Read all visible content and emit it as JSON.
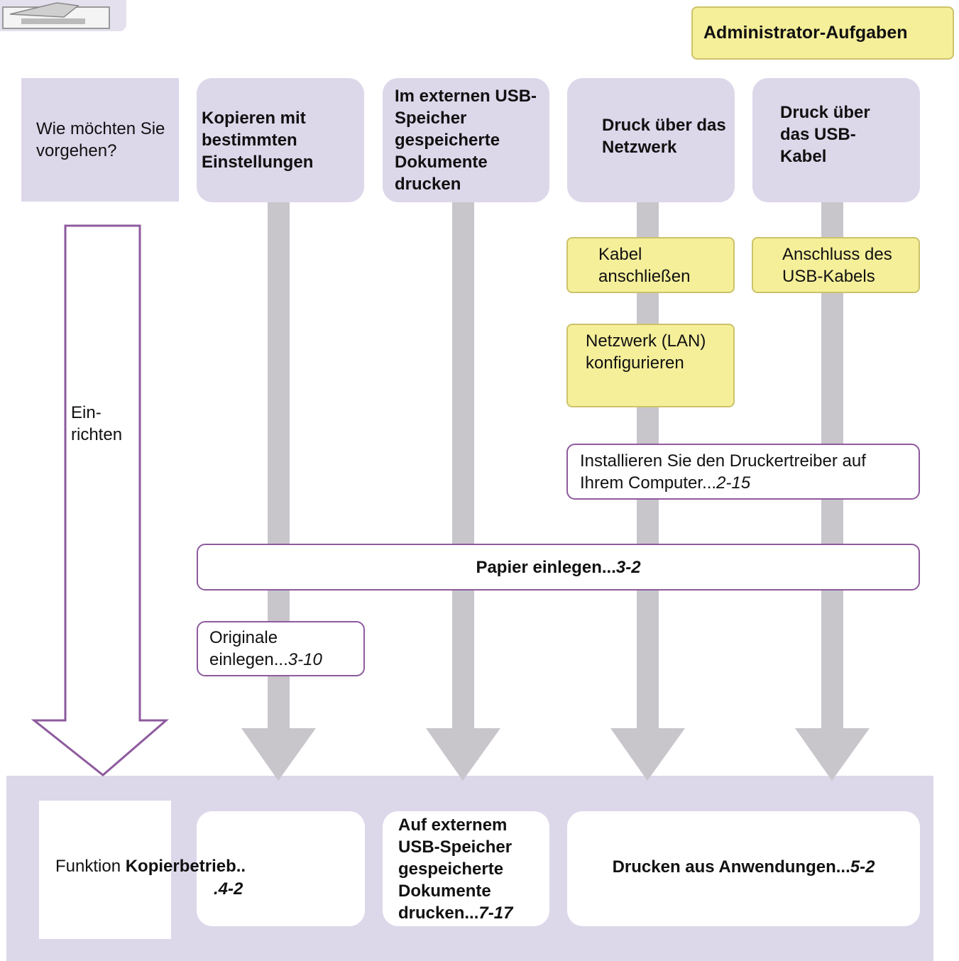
{
  "admin": {
    "label": "Administrator-Aufgaben"
  },
  "question": {
    "label": "Wie möchten Sie vorgehen?"
  },
  "setup": {
    "label": "Ein-\nrichten"
  },
  "columns": [
    {
      "label": "Kopieren mit bestimmten Einstellungen"
    },
    {
      "label": "Im externen USB-Speicher gespeicherte Dokumente drucken"
    },
    {
      "label": "Druck über das Netzwerk"
    },
    {
      "label": "Druck über das USB-Kabel"
    }
  ],
  "steps": {
    "cable": "Kabel anschließen",
    "usb_cable": "Anschluss des USB-Kabels",
    "lan": "Netzwerk (LAN) konfigurieren",
    "driver_text": "Installieren Sie den Druckertreiber auf Ihrem Computer...",
    "driver_page": "2-15",
    "paper_text": "Papier einlegen...",
    "paper_page": "3-2",
    "originals_text": "Originale einlegen...",
    "originals_page": "3-10"
  },
  "results": {
    "copy_prefix": "Funktion ",
    "copy_bold": "Kopierbetrieb..",
    "copy_page": ".4-2",
    "usb_text": "Auf externem USB-Speicher gespeicherte Dokumente drucken...",
    "usb_page": "7-17",
    "apps_text": "Drucken aus Anwendungen...",
    "apps_page": "5-2"
  }
}
